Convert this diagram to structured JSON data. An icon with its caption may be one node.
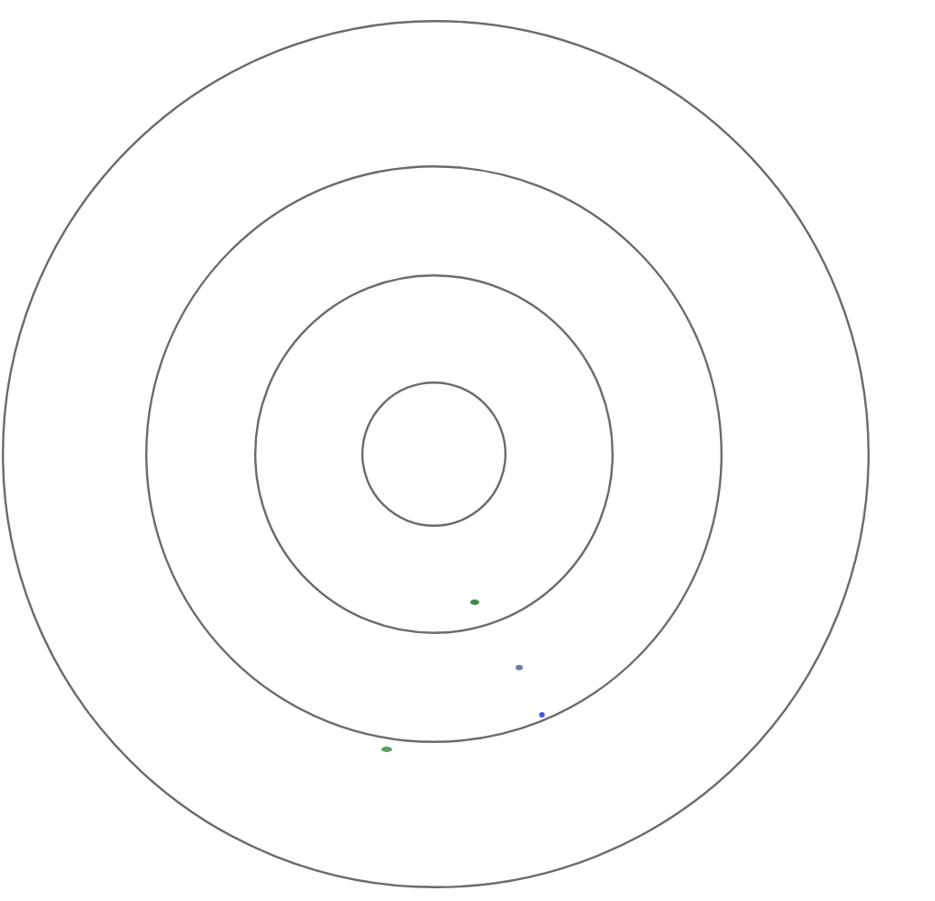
{
  "diagram": {
    "nodes": [
      {
        "text": [],
        "shape": "circle"
      },
      {
        "text": [],
        "shape": "circle",
        "in": 0
      },
      {
        "text": [],
        "shape": "circle",
        "in": 1
      },
      {
        "text": [],
        "shape": "circle",
        "in": 2
      },
      {
        "text": [],
        "shape": "dot",
        "in": 2
      },
      {
        "text": [],
        "shape": "dot",
        "in": 1
      },
      {
        "text": [],
        "shape": "dot",
        "in": 1
      },
      {
        "text": [],
        "shape": "dot",
        "in": 0
      }
    ]
  }
}
